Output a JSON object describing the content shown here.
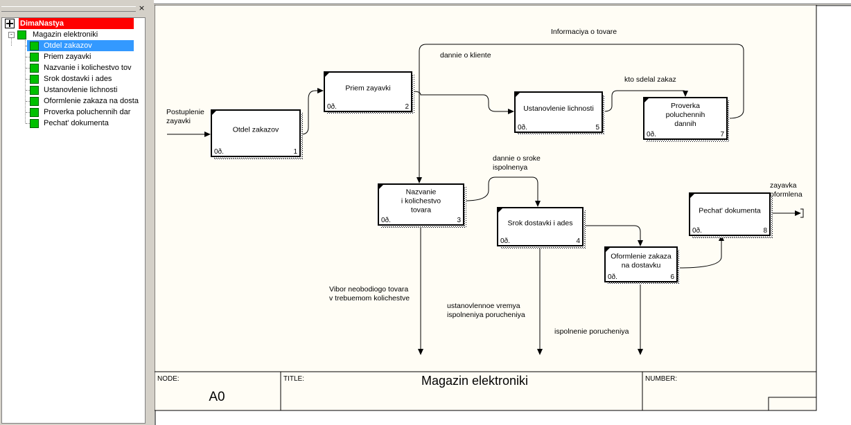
{
  "tree": {
    "root": "DimaNastya",
    "model": "Magazin elektroniki",
    "children": [
      "Otdel zakazov",
      "Priem zayavki",
      "Nazvanie  i kolichestvo  tov",
      "Srok dostavki  i ades",
      "Ustanovlenie lichnosti",
      "Oformlenie zakaza na dosta",
      "Proverka  poluchennih  dar",
      "Pechat' dokumenta"
    ],
    "selected_index": 0,
    "close_glyph": "×"
  },
  "diagram": {
    "boxes": [
      {
        "lines": [
          "Otdel zakazov"
        ],
        "num": "1",
        "cost": "0ð."
      },
      {
        "lines": [
          "Priem zayavki"
        ],
        "num": "2",
        "cost": "0ð."
      },
      {
        "lines": [
          "Nazvanie",
          "i kolichestvo",
          "tovara"
        ],
        "num": "3",
        "cost": "0ð."
      },
      {
        "lines": [
          "Srok dostavki  i ades"
        ],
        "num": "4",
        "cost": "0ð."
      },
      {
        "lines": [
          "Ustanovlenie lichnosti"
        ],
        "num": "5",
        "cost": "0ð."
      },
      {
        "lines": [
          "Oformlenie zakaza",
          "na dostavku"
        ],
        "num": "6",
        "cost": "0ð."
      },
      {
        "lines": [
          "Proverka",
          "poluchennih",
          "dannih"
        ],
        "num": "7",
        "cost": "0ð."
      },
      {
        "lines": [
          "Pechat' dokumenta"
        ],
        "num": "8",
        "cost": "0ð."
      }
    ],
    "labels": [
      {
        "id": "postuplenie",
        "lines": [
          "Postuplenie",
          "zayavki"
        ]
      },
      {
        "id": "informaciya",
        "lines": [
          "Informaciya o tovare"
        ]
      },
      {
        "id": "dannie-klient",
        "lines": [
          "dannie o kliente"
        ]
      },
      {
        "id": "kto-sdelal",
        "lines": [
          "kto sdelal zakaz"
        ]
      },
      {
        "id": "dannie-sroke",
        "lines": [
          "dannie o sroke",
          " ispolnenya"
        ]
      },
      {
        "id": "zayavka-oformlena",
        "lines": [
          "zayavka",
          "oformlena"
        ]
      },
      {
        "id": "vibor",
        "lines": [
          "Vibor neobodiogo tovara",
          " v trebuemom kolichestve"
        ]
      },
      {
        "id": "ustanovlennoe",
        "lines": [
          "ustanovlennoe vremya",
          " ispolneniya porucheniya"
        ]
      },
      {
        "id": "ispolnenie",
        "lines": [
          "ispolnenie porucheniya"
        ]
      }
    ]
  },
  "footer": {
    "node_label": "NODE:",
    "node_value": "A0",
    "title_label": "TITLE:",
    "title_value": "Magazin elektroniki",
    "number_label": "NUMBER:"
  },
  "colors": {
    "root_bg": "#ff0000",
    "selected_bg": "#3399ff",
    "canvas_bg": "#fffdf5",
    "box_green": "#00c000"
  }
}
